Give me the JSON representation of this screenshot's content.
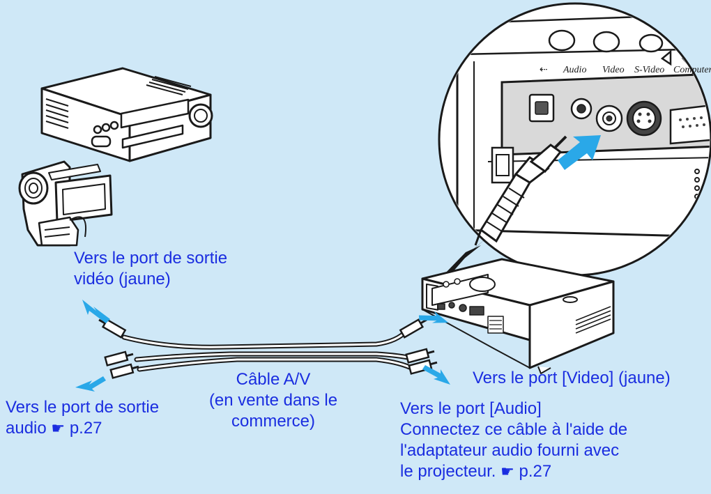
{
  "colors": {
    "background": "#cfe8f7",
    "label_text": "#1a2de0",
    "arrow": "#2aa8e8",
    "device_fill": "#ffffff",
    "device_stroke": "#1a1a1a"
  },
  "labels": {
    "video_out": {
      "line1": "Vers le port de sortie",
      "line2": "vidéo (jaune)"
    },
    "audio_out": {
      "line1": "Vers le port de sortie",
      "line2_text": "audio",
      "line2_ref": "p.27",
      "icon": "pointing-hand-icon"
    },
    "cable": {
      "line1": "Câble A/V",
      "line2": "(en vente dans le",
      "line3": "commerce)"
    },
    "video_port": {
      "text": "Vers le port [Video] (jaune)"
    },
    "audio_port": {
      "line1": "Vers le port [Audio]",
      "line2": "Connectez ce câble à l'aide de",
      "line3": "l'adaptateur audio fourni avec",
      "line4_text": "le projecteur.",
      "line4_ref": "p.27",
      "icon": "pointing-hand-icon"
    }
  },
  "port_labels": [
    "Audio",
    "Video",
    "S-Video",
    "Computer"
  ]
}
